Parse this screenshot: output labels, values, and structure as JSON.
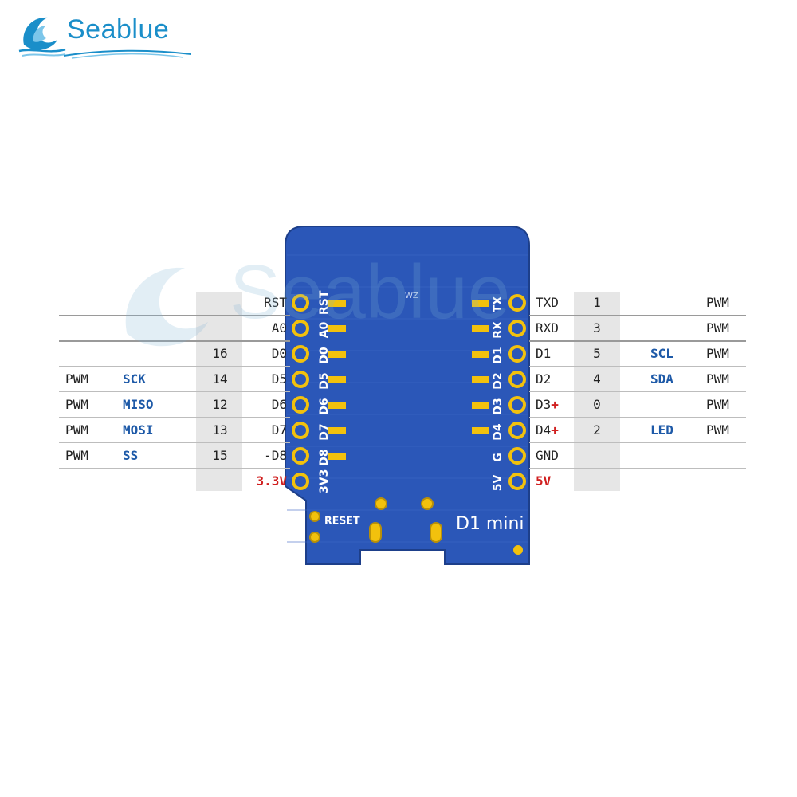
{
  "brand": {
    "name": "Seablue",
    "colors": {
      "primary": "#1a8ec9",
      "board": "#2b57b8",
      "pad": "#f2c10d"
    }
  },
  "board": {
    "name": "D1 mini",
    "reset_label": "RESET",
    "marking": "WZ"
  },
  "left_pins": [
    {
      "pin": "RST",
      "silk": "RST",
      "gpio": "",
      "func": "",
      "pwm": ""
    },
    {
      "pin": "A0",
      "silk": "A0",
      "gpio": "",
      "func": "",
      "pwm": ""
    },
    {
      "pin": "D0",
      "silk": "D0",
      "gpio": "16",
      "func": "",
      "pwm": ""
    },
    {
      "pin": "D5",
      "silk": "D5",
      "gpio": "14",
      "func": "SCK",
      "pwm": "PWM"
    },
    {
      "pin": "D6",
      "silk": "D6",
      "gpio": "12",
      "func": "MISO",
      "pwm": "PWM"
    },
    {
      "pin": "D7",
      "silk": "D7",
      "gpio": "13",
      "func": "MOSI",
      "pwm": "PWM"
    },
    {
      "pin": "-D8",
      "silk": "D8",
      "gpio": "15",
      "func": "SS",
      "pwm": "PWM"
    },
    {
      "pin": "3.3V",
      "silk": "3V3",
      "gpio": "",
      "func": "",
      "pwm": ""
    }
  ],
  "right_pins": [
    {
      "pin": "TXD",
      "plus": "",
      "silk": "TX",
      "gpio": "1",
      "func": "",
      "pwm": "PWM"
    },
    {
      "pin": "RXD",
      "plus": "",
      "silk": "RX",
      "gpio": "3",
      "func": "",
      "pwm": "PWM"
    },
    {
      "pin": "D1",
      "plus": "",
      "silk": "D1",
      "gpio": "5",
      "func": "SCL",
      "pwm": "PWM"
    },
    {
      "pin": "D2",
      "plus": "",
      "silk": "D2",
      "gpio": "4",
      "func": "SDA",
      "pwm": "PWM"
    },
    {
      "pin": "D3",
      "plus": "+",
      "silk": "D3",
      "gpio": "0",
      "func": "",
      "pwm": "PWM"
    },
    {
      "pin": "D4",
      "plus": "+",
      "silk": "D4",
      "gpio": "2",
      "func": "LED",
      "pwm": "PWM"
    },
    {
      "pin": "GND",
      "plus": "",
      "silk": "G",
      "gpio": "",
      "func": "",
      "pwm": ""
    },
    {
      "pin": "5V",
      "plus": "",
      "silk": "5V",
      "gpio": "",
      "func": "",
      "pwm": ""
    }
  ]
}
